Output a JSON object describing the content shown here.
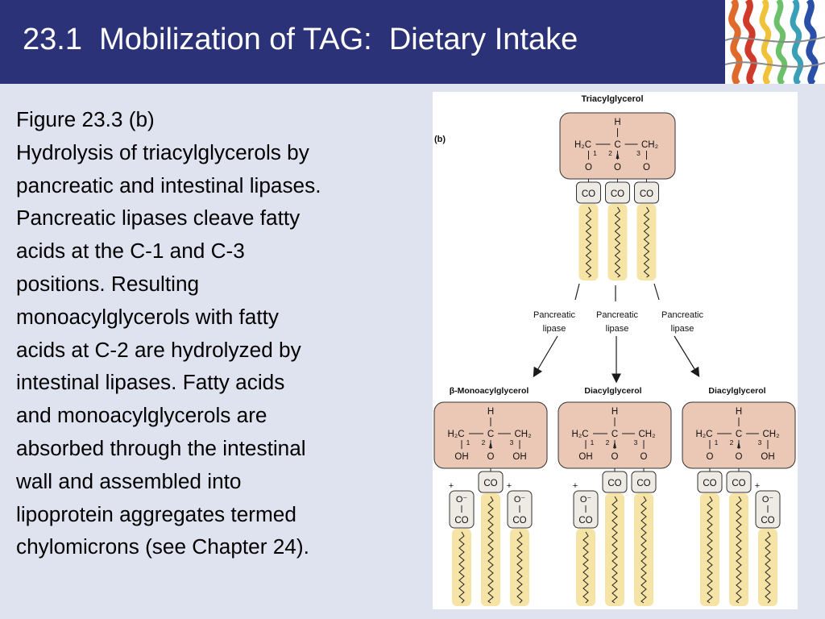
{
  "slide": {
    "title": "23.1  Mobilization of TAG:  Dietary Intake",
    "body_lines": [
      "Figure 23.3 (b)",
      "Hydrolysis of triacylglycerols by",
      "pancreatic and intestinal lipases.",
      "Pancreatic lipases cleave fatty",
      "acids at the C-1 and C-3",
      "positions.  Resulting",
      "monoacylglycerols with fatty",
      "acids at C-2 are hydrolyzed by",
      "intestinal lipases.  Fatty acids",
      "and monoacylglycerols are",
      "absorbed through the intestinal",
      "wall and assembled into",
      "lipoprotein aggregates termed",
      "chylomicrons (see Chapter 24)."
    ]
  },
  "figure": {
    "panel_label": "(b)",
    "top_title": "Triacylglycerol",
    "enzyme_label_line1": "Pancreatic",
    "enzyme_label_line2": "lipase",
    "product_titles": [
      "β-Monoacylglycerol",
      "Diacylglycerol",
      "Diacylglycerol"
    ],
    "atoms": {
      "h": "H",
      "h2c": "H₂C",
      "c": "C",
      "ch2": "CH₂",
      "o": "O",
      "co": "CO",
      "oh": "OH",
      "o_minus": "O⁻",
      "plus": "+",
      "pos1": "1",
      "pos2": "2",
      "pos3": "3"
    },
    "colors": {
      "glycerol_fill": "#ebc7b5",
      "ester_fill": "#eeeae4",
      "chain_fill": "#f6e3a6",
      "arrow": "#1a1a1a"
    }
  }
}
